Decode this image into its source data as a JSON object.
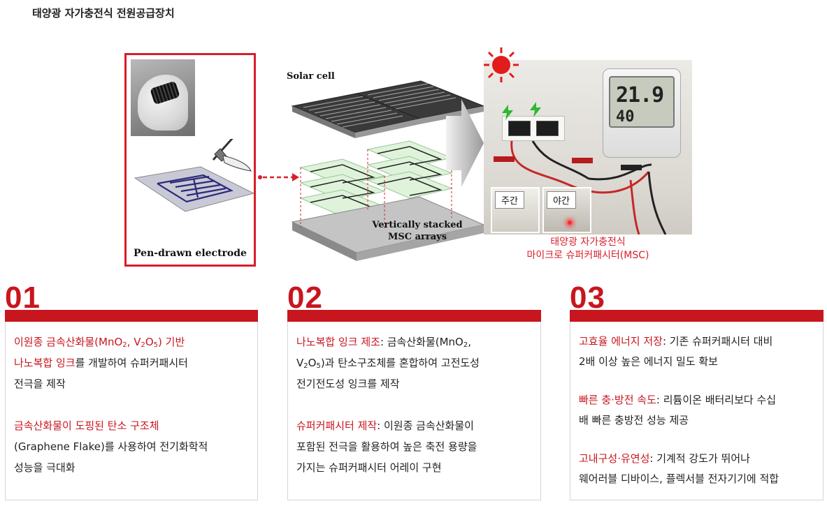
{
  "page": {
    "title": "태양광 자가충전식 전원공급장치"
  },
  "figure": {
    "pen_label": "Pen-drawn electrode",
    "solar_label": "Solar cell",
    "msc_label_line1": "Vertically stacked",
    "msc_label_line2": "MSC arrays",
    "day_tag": "주간",
    "night_tag": "야간",
    "lcd_temp": "21.9",
    "lcd_hum": "40",
    "caption_line1": "태양광 자가충전식",
    "caption_line2": "마이크로 슈퍼커패시터(MSC)",
    "accent_color": "#d81e2a"
  },
  "cards": [
    {
      "number": "01",
      "items": [
        {
          "hl_a": "이원종 금속산화물(MnO",
          "sub_a": "2",
          "hl_b": ", V",
          "sub_b": "2",
          "hl_c": "O",
          "sub_c": "5",
          "hl_d": ") 기반",
          "hl_e": "나노복합 잉크",
          "text": "를 개발하여 슈퍼커패시터",
          "text2": "전극을 제작"
        },
        {
          "hl": "금속산화물이 도핑된 탄소 구조체",
          "text": "(Graphene Flake)를 사용하여 전기화학적",
          "text2": "성능을 극대화"
        }
      ]
    },
    {
      "number": "02",
      "items": [
        {
          "hl": "나노복합 잉크 제조",
          "text_a": ": 금속산화물(MnO",
          "sub_a": "2",
          "text_b": ",",
          "text_c": "V",
          "sub_c": "2",
          "text_d": "O",
          "sub_d": "5",
          "text_e": ")과 탄소구조체를 혼합하여 고전도성",
          "text2": "전기전도성 잉크를 제작"
        },
        {
          "hl": "슈퍼커패시터 제작",
          "text": ": 이원종 금속산화물이",
          "text2": "포함된 전극을 활용하여 높은 축전 용량을",
          "text3": "가지는 슈퍼커패시터 어레이 구현"
        }
      ]
    },
    {
      "number": "03",
      "items": [
        {
          "hl": "고효율 에너지 저장",
          "text": ": 기존 슈퍼커패시터 대비",
          "text2": "2배 이상 높은 에너지 밀도 확보"
        },
        {
          "hl": "빠른 충·방전 속도",
          "text": ": 리튬이온 배터리보다 수십",
          "text2": "배 빠른 충방전 성능 제공"
        },
        {
          "hl": "고내구성·유연성",
          "text": ": 기계적 강도가 뛰어나",
          "text2": "웨어러블 디바이스, 플렉서블 전자기기에 적합"
        }
      ]
    }
  ]
}
